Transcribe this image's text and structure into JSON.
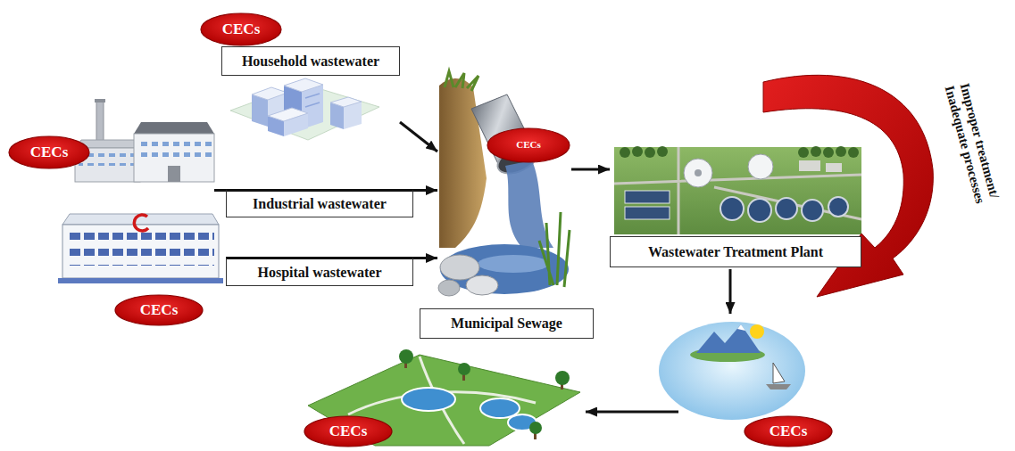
{
  "diagram": {
    "nodes": [
      {
        "text": [
          "CECs"
        ]
      },
      {
        "text": [
          "Household wastewater"
        ]
      },
      {
        "text": [
          "CECs"
        ]
      },
      {
        "text": [
          "Industrial wastewater"
        ]
      },
      {
        "text": [
          "Hospital wastewater"
        ]
      },
      {
        "text": [
          "CECs"
        ]
      },
      {
        "text": [
          "Municipal Sewage"
        ]
      },
      {
        "text": [
          "CECs"
        ],
        "in": 6
      },
      {
        "text": [
          "Wastewater Treatment Plant"
        ]
      },
      {
        "text": [
          "CECs"
        ]
      },
      {
        "text": [
          "CECs"
        ]
      }
    ],
    "edges": [
      {
        "from": 1,
        "to": 6,
        "arrow": "to"
      },
      {
        "from": 3,
        "to": 6,
        "arrow": "to"
      },
      {
        "from": 4,
        "to": 6,
        "arrow": "to"
      },
      {
        "from": 6,
        "to": 8,
        "arrow": "to"
      }
    ],
    "labels": [
      "Improper treatment/ Inadequate processes"
    ]
  }
}
